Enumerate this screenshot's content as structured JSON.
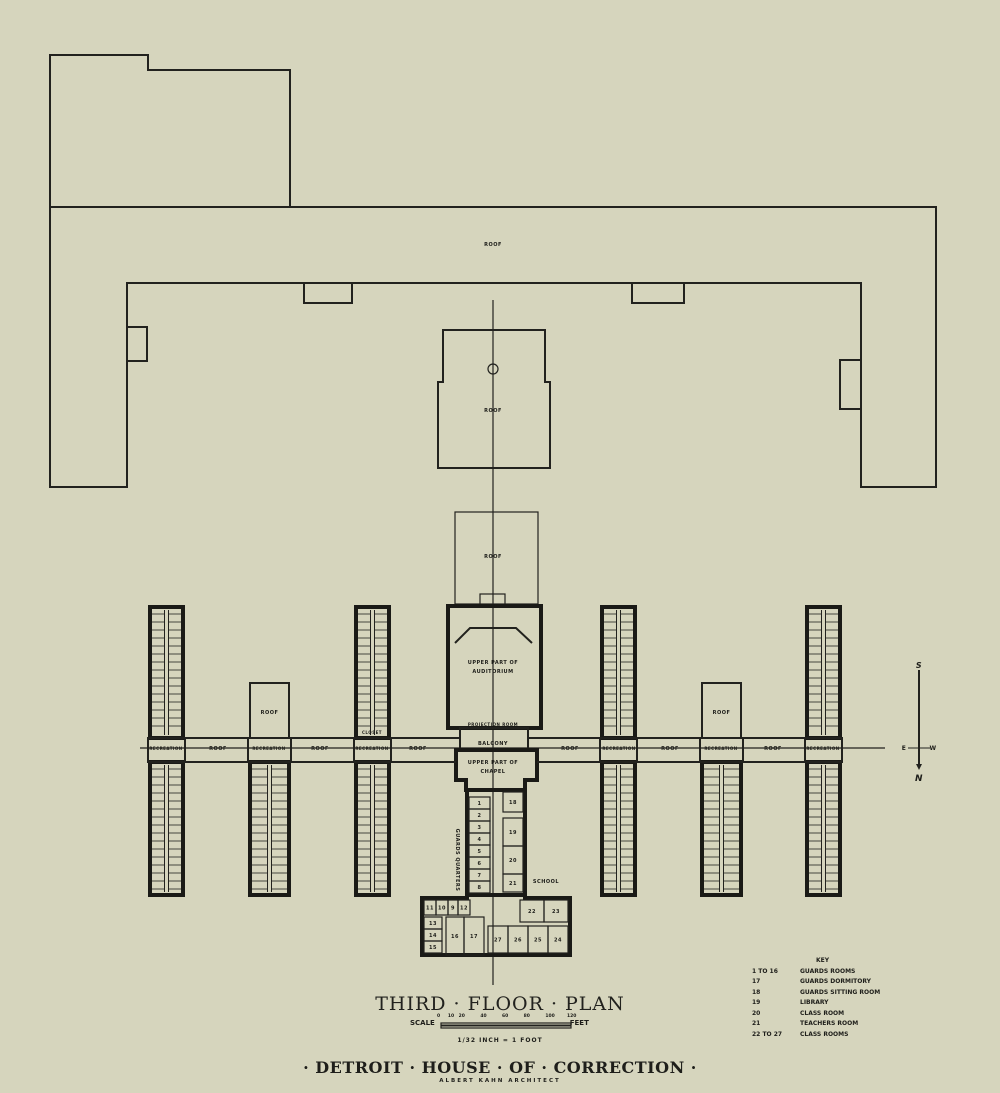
{
  "labels": {
    "roof": "ROOF",
    "recreation": "RECREATION",
    "upper_auditorium": "UPPER PART OF AUDITORIUM",
    "balcony": "BALCONY",
    "upper_chapel": "UPPER PART OF CHAPEL",
    "guards_quarters": "GUARDS QUARTERS",
    "school": "SCHOOL",
    "closet": "CLOSET",
    "projection_room": "PROJECTION ROOM"
  },
  "compass": {
    "north": "N",
    "south": "S",
    "east": "E",
    "west": "W"
  },
  "room_numbers": [
    "1",
    "2",
    "3",
    "4",
    "5",
    "6",
    "7",
    "8",
    "9",
    "10",
    "11",
    "12",
    "13",
    "14",
    "15",
    "16",
    "17",
    "18",
    "19",
    "20",
    "21",
    "22",
    "23",
    "24",
    "25",
    "26",
    "27"
  ],
  "title": {
    "plan": "THIRD · FLOOR · PLAN",
    "scale_label": "SCALE",
    "scale_unit": "FEET",
    "scale_ticks": [
      "0",
      "10",
      "20",
      "40",
      "60",
      "80",
      "100",
      "120"
    ],
    "scale_note": "1/32 INCH = 1 FOOT",
    "building": "· DETROIT · HOUSE · OF · CORRECTION ·",
    "architect": "ALBERT   KAHN      ARCHITECT"
  },
  "key": {
    "title": "KEY",
    "entries": [
      {
        "num": "1 TO 16",
        "desc": "GUARDS ROOMS"
      },
      {
        "num": "17",
        "desc": "GUARDS DORMITORY"
      },
      {
        "num": "18",
        "desc": "GUARDS SITTING ROOM"
      },
      {
        "num": "19",
        "desc": "LIBRARY"
      },
      {
        "num": "20",
        "desc": "CLASS ROOM"
      },
      {
        "num": "21",
        "desc": "TEACHERS ROOM"
      },
      {
        "num": "22 TO 27",
        "desc": "CLASS ROOMS"
      }
    ]
  }
}
